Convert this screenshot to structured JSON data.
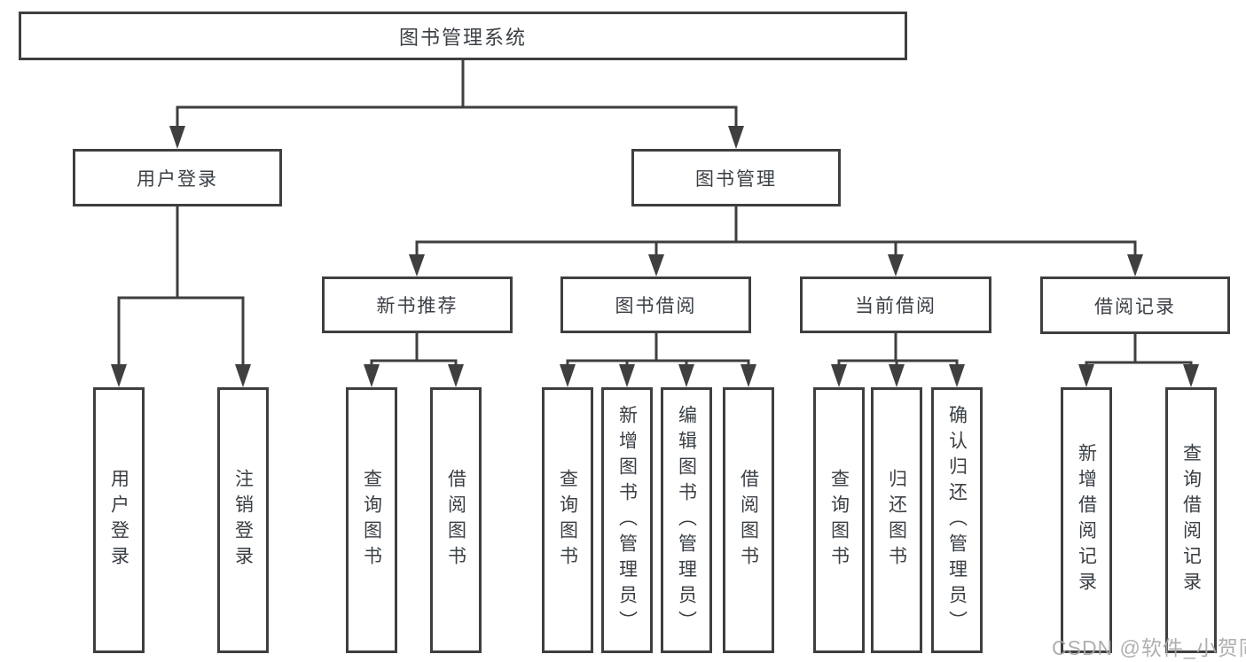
{
  "tree": {
    "root": {
      "label": "图书管理系统",
      "children": [
        {
          "label": "用户登录",
          "children": [
            {
              "label": "用户登录"
            },
            {
              "label": "注销登录"
            }
          ]
        },
        {
          "label": "图书管理",
          "children": [
            {
              "label": "新书推荐",
              "children": [
                {
                  "label": "查询图书"
                },
                {
                  "label": "借阅图书"
                }
              ]
            },
            {
              "label": "图书借阅",
              "children": [
                {
                  "label": "查询图书"
                },
                {
                  "label": "新增图书（管理员）"
                },
                {
                  "label": "编辑图书（管理员）"
                },
                {
                  "label": "借阅图书"
                }
              ]
            },
            {
              "label": "当前借阅",
              "children": [
                {
                  "label": "查询图书"
                },
                {
                  "label": "归还图书"
                },
                {
                  "label": "确认归还（管理员）"
                }
              ]
            },
            {
              "label": "借阅记录",
              "children": [
                {
                  "label": "新增借阅记录"
                },
                {
                  "label": "查询借阅记录"
                }
              ]
            }
          ]
        }
      ]
    }
  },
  "watermark": "CSDN @软件_小贺同学",
  "colors": {
    "line": "#3f3f3f",
    "text": "#3a3f44",
    "watermark": "#a8a8a8",
    "background": "#ffffff"
  }
}
